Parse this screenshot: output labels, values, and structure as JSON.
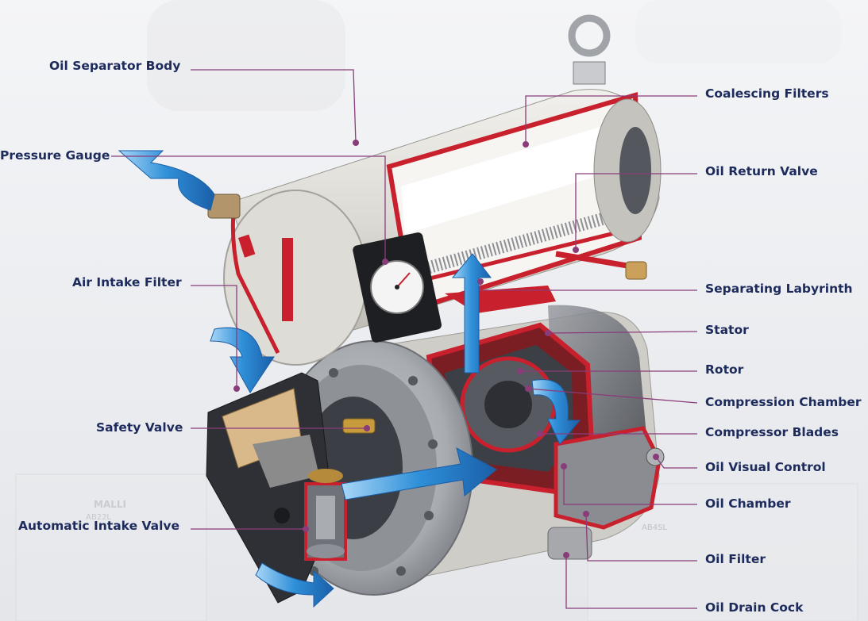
{
  "labels_left": {
    "oil_separator_body": "Oil Separator Body",
    "pressure_gauge": "Pressure Gauge",
    "air_intake_filter": "Air Intake Filter",
    "safety_valve": "Safety Valve",
    "automatic_intake_valve": "Automatic Intake Valve"
  },
  "labels_right": {
    "coalescing_filters": "Coalescing Filters",
    "oil_return_valve": "Oil Return Valve",
    "separating_labyrinth": "Separating Labyrinth",
    "stator": "Stator",
    "rotor": "Rotor",
    "compression_chamber": "Compression Chamber",
    "compressor_blades": "Compressor Blades",
    "oil_visual_control": "Oil Visual Control",
    "oil_chamber": "Oil Chamber",
    "oil_filter": "Oil Filter",
    "oil_drain_cock": "Oil Drain Cock"
  },
  "background_text": {
    "brand_left": "MALLI",
    "model_left": "AB22L",
    "model_right": "AB4SL"
  },
  "colors": {
    "label_text": "#1d2a5c",
    "leader_line": "#8a3c7a",
    "accent_red": "#c8202c",
    "airflow_blue": "#2f8fd8",
    "housing_gray": "#d9d7d2"
  }
}
